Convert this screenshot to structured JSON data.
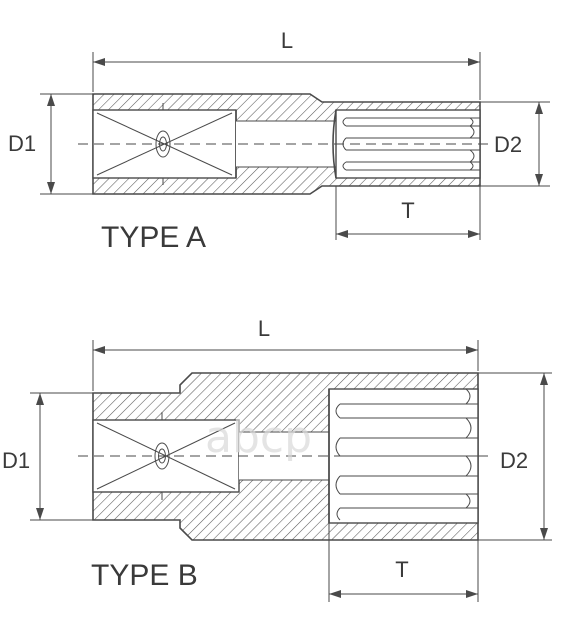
{
  "type_a": {
    "label": "TYPE A",
    "dim_l": "L",
    "dim_d1": "D1",
    "dim_d2": "D2",
    "dim_t": "T"
  },
  "type_b": {
    "label": "TYPE B",
    "dim_l": "L",
    "dim_d1": "D1",
    "dim_d2": "D2",
    "dim_t": "T"
  },
  "watermark": "abcp",
  "colors": {
    "line": "#4a4a4a",
    "text": "#3a3a3a",
    "watermark": "#d9d9d9"
  }
}
